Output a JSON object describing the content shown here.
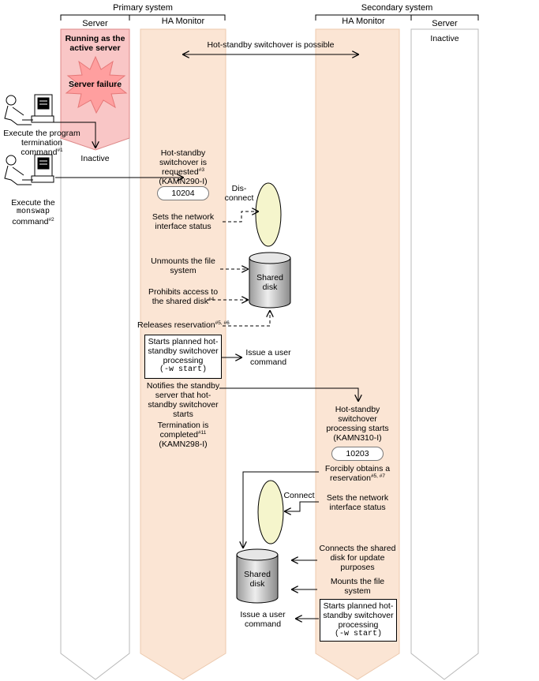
{
  "systems": {
    "primary": "Primary system",
    "secondary": "Secondary system"
  },
  "columns": {
    "primary_server": "Server",
    "primary_monitor": "HA Monitor",
    "secondary_monitor": "HA Monitor",
    "secondary_server": "Server"
  },
  "primary_server": {
    "running_line1": "Running as the",
    "running_line2": "active server",
    "failure": "Server failure",
    "inactive": "Inactive"
  },
  "secondary_server": {
    "inactive": "Inactive"
  },
  "between": {
    "possible": "Hot-standby switchover is possible"
  },
  "operators": {
    "op1_line1": "Execute the program",
    "op1_line2": "termination",
    "op1_line3": "command",
    "op1_sup": "#1",
    "op2_line1": "Execute the",
    "op2_cmd": "monswap",
    "op2_line3": "command",
    "op2_sup": "#2",
    "computer_icon": "operator-computer-icon"
  },
  "primary_monitor": {
    "requested_line1": "Hot-standby",
    "requested_line2": "switchover is",
    "requested_line3": "requested",
    "requested_sup": "#3",
    "requested_msg": "(KAMN290-I)",
    "code_10204": "10204",
    "net_line1": "Sets the network",
    "net_line2": "interface status",
    "unmount_line1": "Unmounts the file",
    "unmount_line2": "system",
    "prohibit_line1": "Prohibits access to",
    "prohibit_line2": "the shared disk",
    "prohibit_sup": "#4",
    "release": "Releases reservation",
    "release_sup": "#5, #6",
    "start_line1": "Starts planned hot-",
    "start_line2": "standby switchover",
    "start_line3": "processing",
    "start_cmd": "(-w start)",
    "user_cmd_line1": "Issue a user",
    "user_cmd_line2": "command",
    "notify_line1": "Notifies the standby",
    "notify_line2": "server that hot-",
    "notify_line3": "standby switchover",
    "notify_line4": "starts",
    "term_line1": "Termination is",
    "term_line2": "completed",
    "term_sup": "#11",
    "term_msg": "(KAMN298-I)"
  },
  "primary_resources": {
    "disconnect_line1": "Dis-",
    "disconnect_line2": "connect",
    "shared_line1": "Shared",
    "shared_line2": "disk"
  },
  "secondary_monitor": {
    "starts_line1": "Hot-standby",
    "starts_line2": "switchover",
    "starts_line3": "processing starts",
    "starts_msg": "(KAMN310-I)",
    "code_10203": "10203",
    "obtain_line1": "Forcibly obtains a",
    "obtain_line2": "reservation",
    "obtain_sup": "#5, #7",
    "net_line1": "Sets the network",
    "net_line2": "interface status",
    "connect_line1": "Connects the shared",
    "connect_line2": "disk for update",
    "connect_line3": "purposes",
    "mount_line1": "Mounts the file",
    "mount_line2": "system",
    "start_line1": "Starts planned hot-",
    "start_line2": "standby switchover",
    "start_line3": "processing",
    "start_cmd": "(-w start)"
  },
  "secondary_resources": {
    "connect": "Connect",
    "shared_line1": "Shared",
    "shared_line2": "disk",
    "user_cmd_line1": "Issue a user",
    "user_cmd_line2": "command"
  },
  "colors": {
    "monitor_fill": "#fbe5d4",
    "failure_fill": "#ffb0b0",
    "running_fill": "#f9c6c6",
    "nic_fill": "#f5f5cc",
    "disk_fill": "#cfcfcf"
  }
}
